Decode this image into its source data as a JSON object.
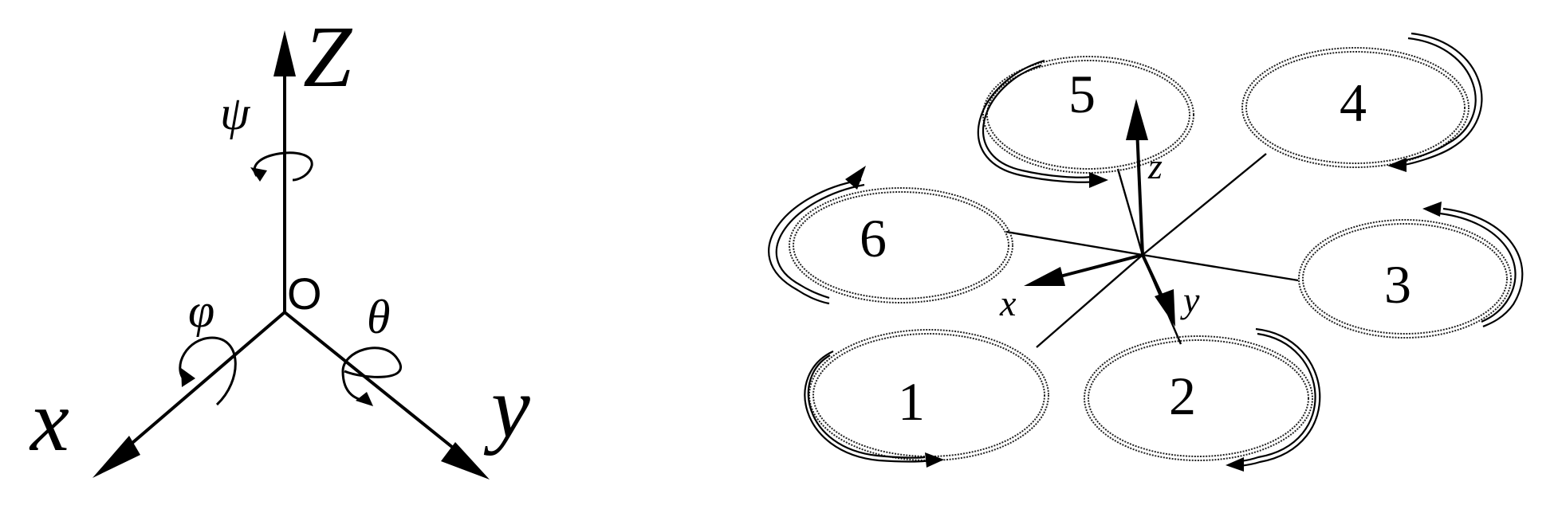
{
  "inertial_frame": {
    "axis_labels": {
      "x": "x",
      "y": "y",
      "z": "Z"
    },
    "origin_label": "O",
    "angles": {
      "roll": "φ",
      "pitch": "θ",
      "yaw": "ψ"
    }
  },
  "body_frame": {
    "axis_labels": {
      "x": "x",
      "y": "y",
      "z": "z"
    }
  },
  "rotors": [
    {
      "label": "1"
    },
    {
      "label": "2"
    },
    {
      "label": "3"
    },
    {
      "label": "4"
    },
    {
      "label": "5"
    },
    {
      "label": "6"
    }
  ]
}
